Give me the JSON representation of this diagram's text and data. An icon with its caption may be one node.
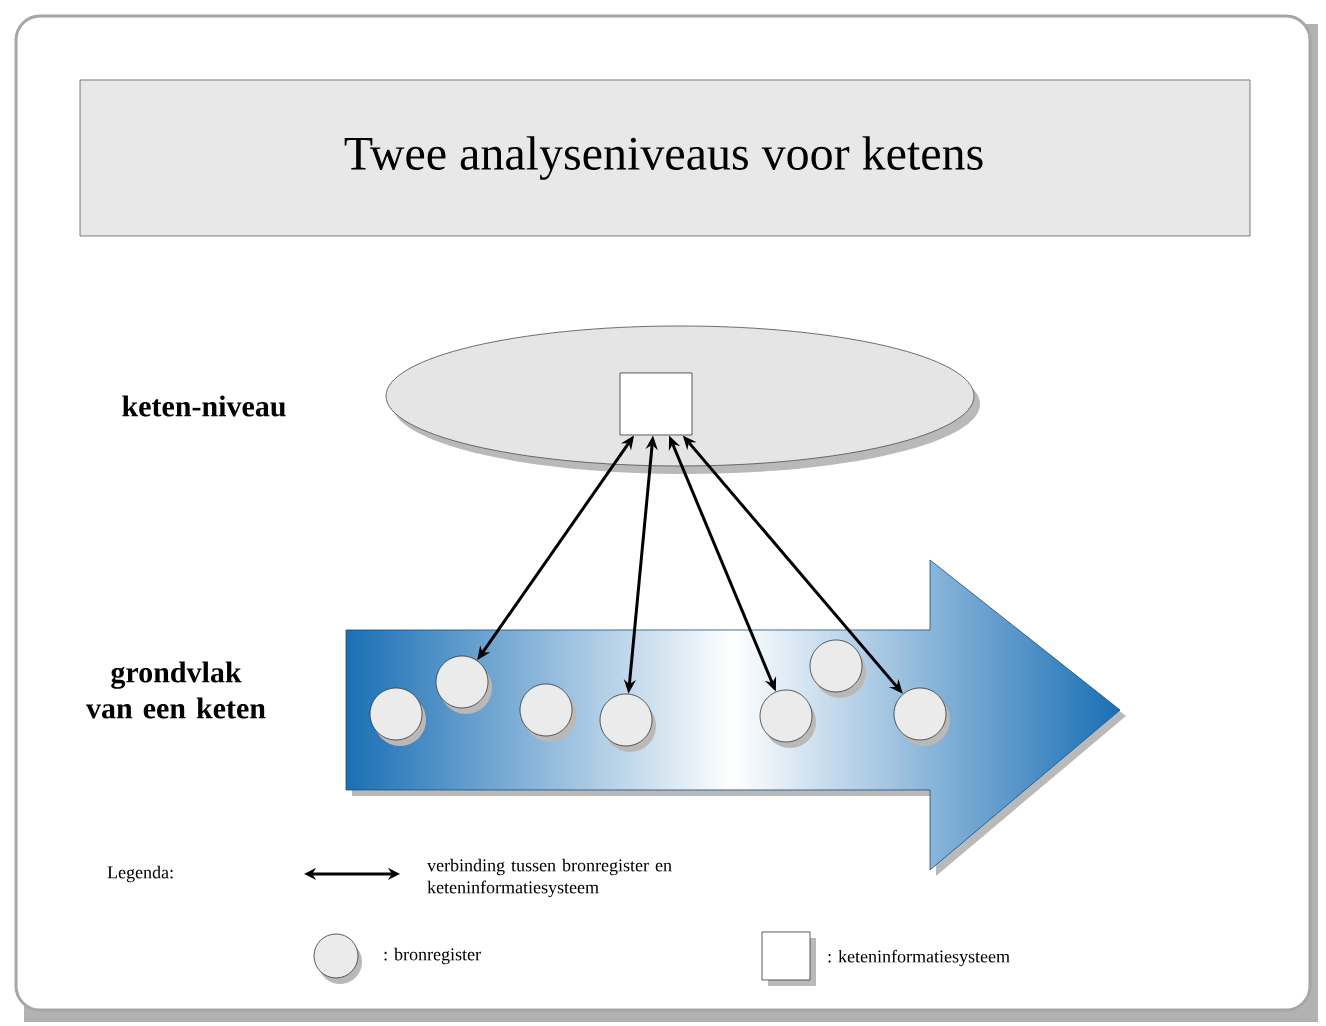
{
  "diagram": {
    "title": "Twee analyseniveaus voor ketens",
    "nodes": [
      {
        "text": [
          "keten-niveau"
        ]
      },
      {
        "text": [],
        "shape": "box",
        "in": 0
      },
      {
        "text": [
          "grondvlak van een keten"
        ]
      },
      {
        "text": [],
        "shape": "circle",
        "in": 2
      },
      {
        "text": [],
        "shape": "circle",
        "in": 2
      },
      {
        "text": [],
        "shape": "circle",
        "in": 2
      },
      {
        "text": [],
        "shape": "circle",
        "in": 2
      },
      {
        "text": [],
        "shape": "circle",
        "in": 2
      },
      {
        "text": [],
        "shape": "circle",
        "in": 2
      },
      {
        "text": [],
        "shape": "circle",
        "in": 2
      }
    ],
    "edges": [
      {
        "from": 1,
        "to": 4,
        "arrow": "both"
      },
      {
        "from": 1,
        "to": 6,
        "arrow": "both"
      },
      {
        "from": 1,
        "to": 7,
        "arrow": "both"
      },
      {
        "from": 1,
        "to": 9,
        "arrow": "both"
      }
    ],
    "labels": [
      "Legenda:"
    ],
    "legend": [
      {
        "text": "verbinding tussen bronregister en keteninformatiesysteem"
      },
      {
        "text": ": bronregister"
      },
      {
        "text": ": keteninformatiesysteem"
      }
    ]
  }
}
